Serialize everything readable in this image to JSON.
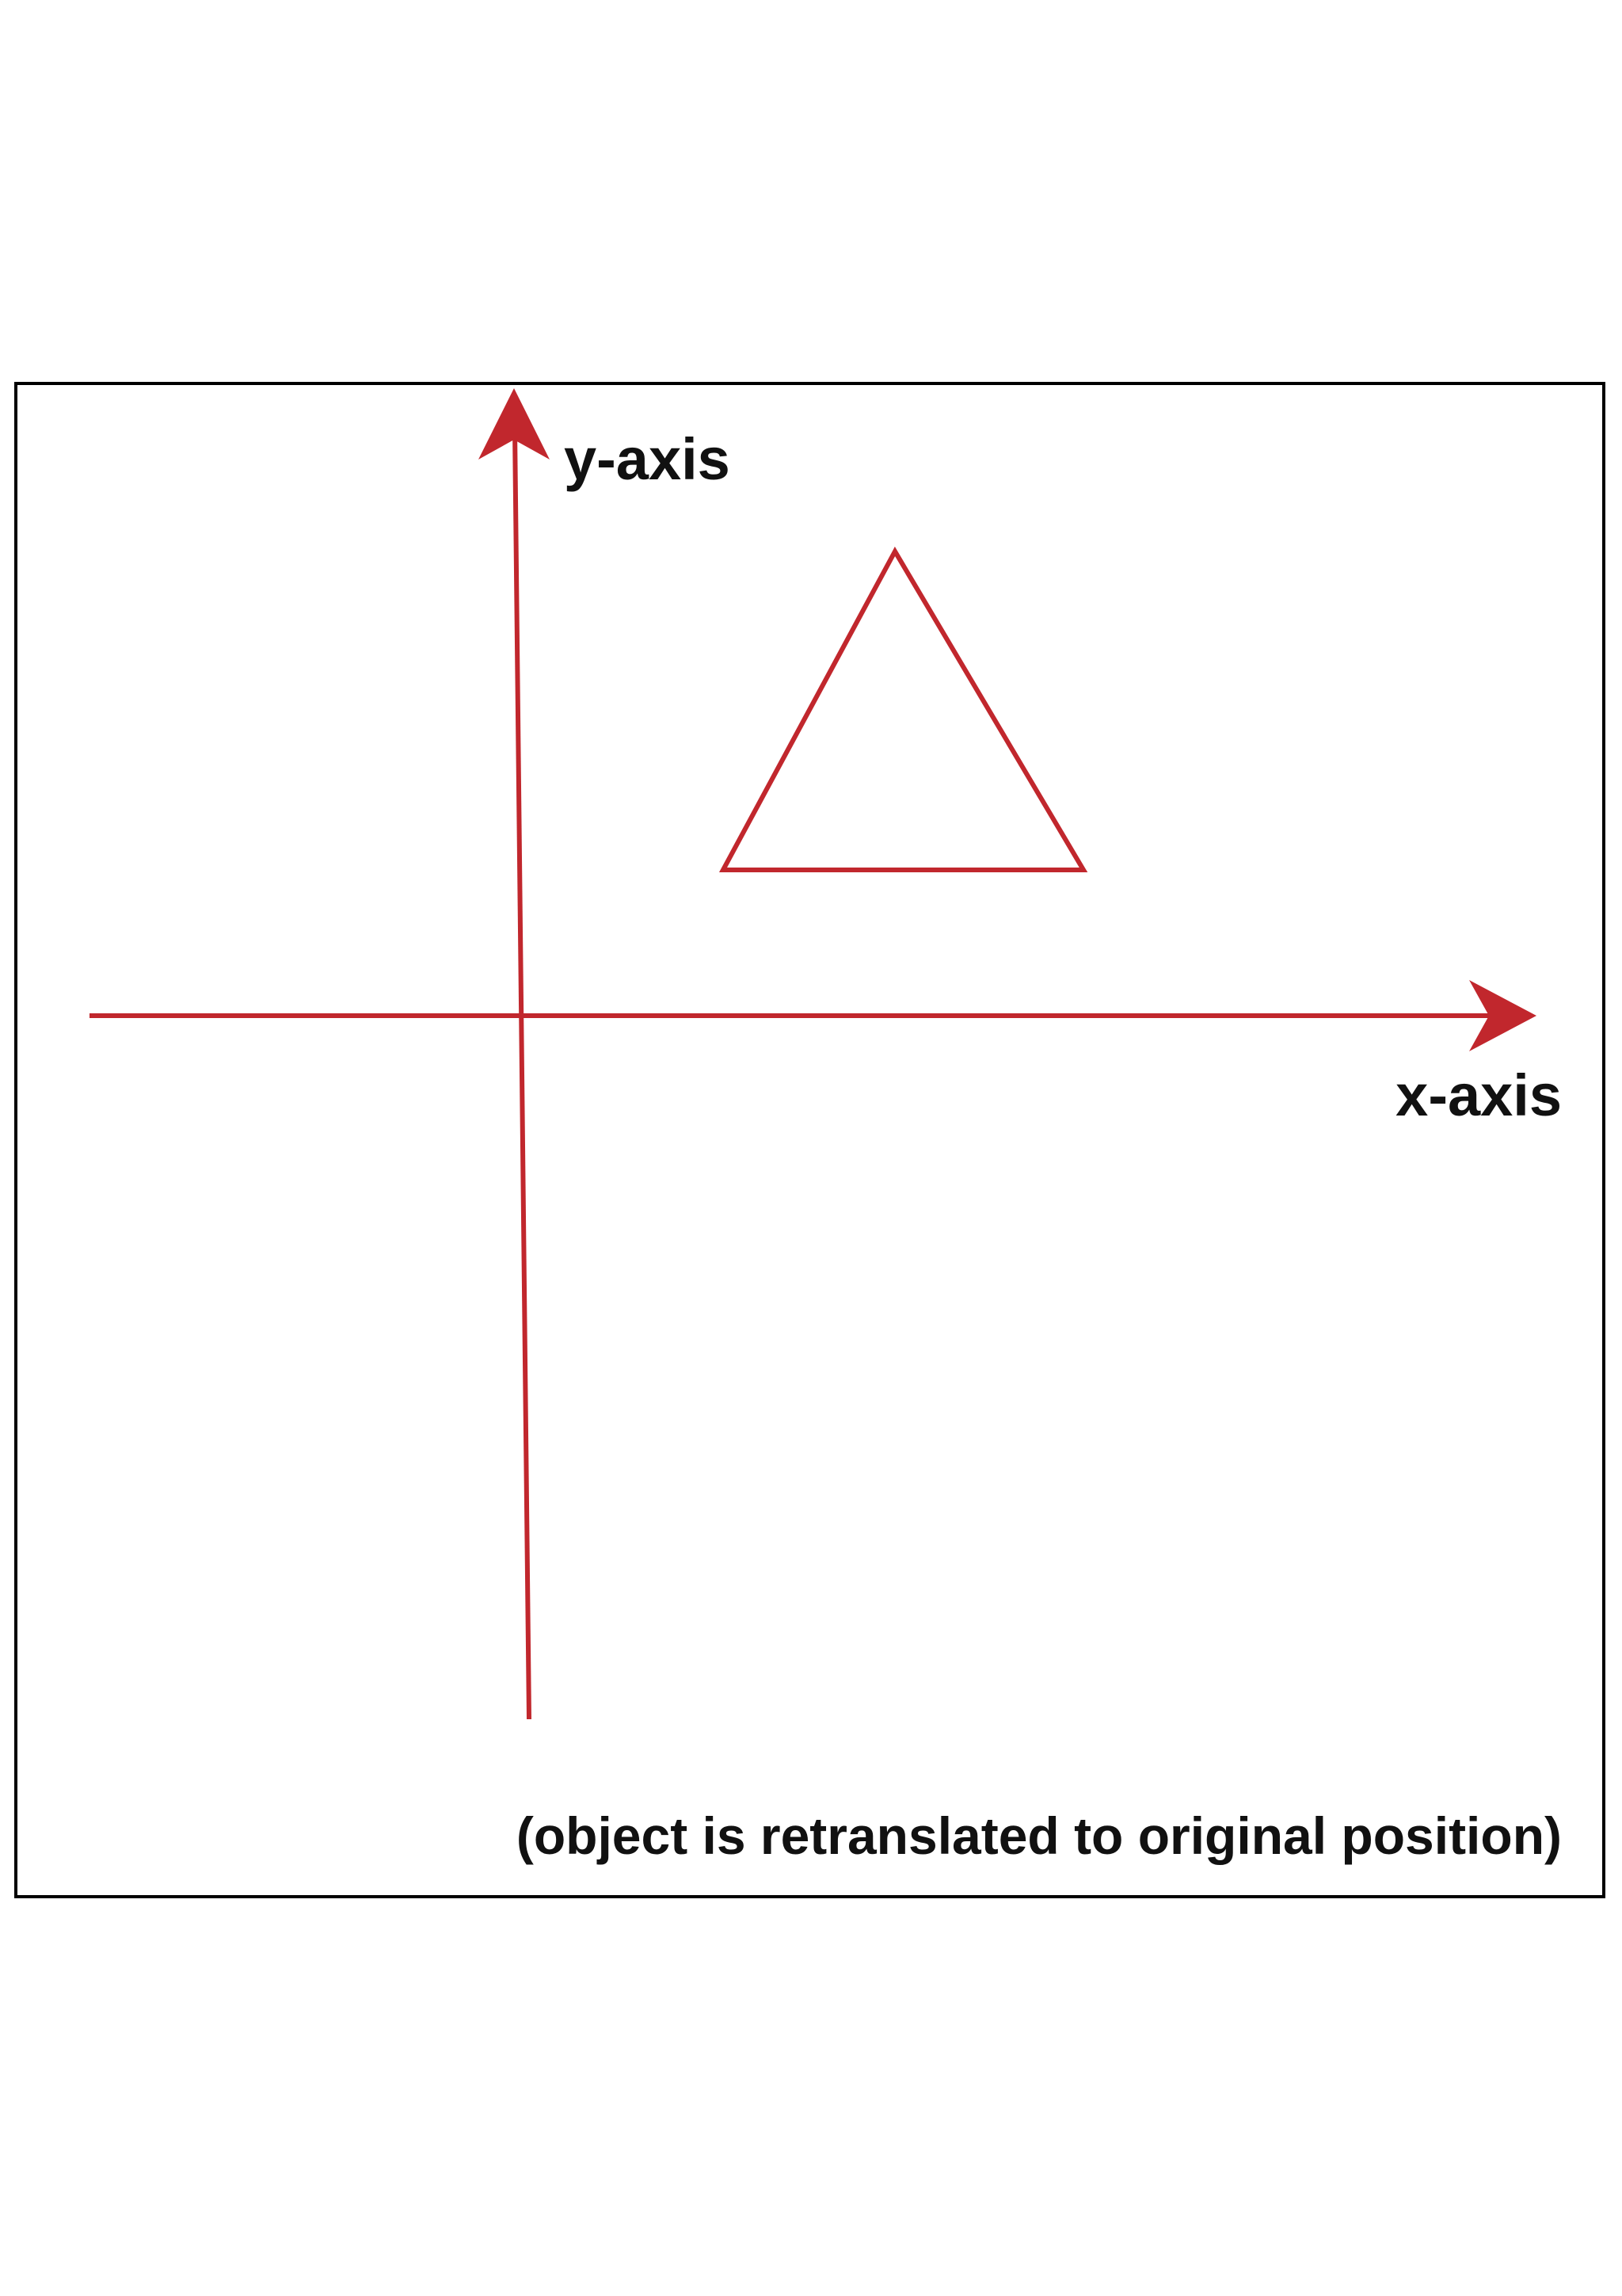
{
  "labels": {
    "y_axis": "y-axis",
    "x_axis": "x-axis",
    "caption": "(object is retranslated to original position)"
  },
  "colors": {
    "axis": "#c1272d",
    "shape": "#c1272d",
    "frame": "#000000",
    "text": "#111111"
  }
}
